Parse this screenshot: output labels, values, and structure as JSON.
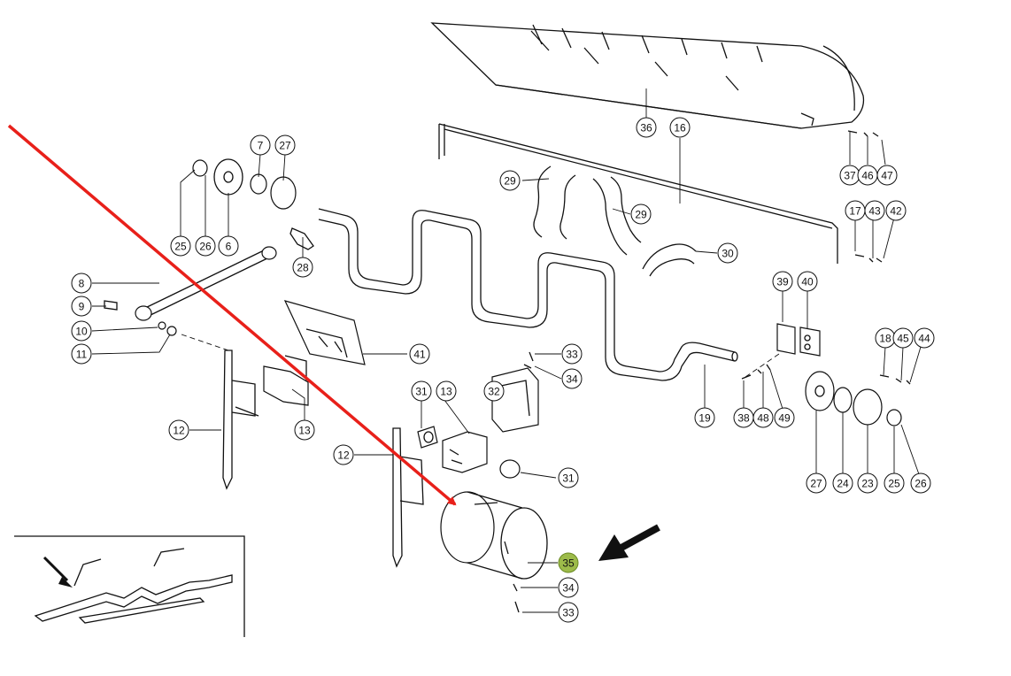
{
  "diagram": {
    "type": "exploded-parts-diagram",
    "highlighted_part": "35",
    "highlight_color": "#9dbb4a",
    "annotation_arrow_color": "#e8201a",
    "pointer_arrow_color": "#111111"
  },
  "callouts": [
    {
      "id": "c36",
      "label": "36"
    },
    {
      "id": "c16",
      "label": "16"
    },
    {
      "id": "c37",
      "label": "37"
    },
    {
      "id": "c46",
      "label": "46"
    },
    {
      "id": "c47",
      "label": "47"
    },
    {
      "id": "c7",
      "label": "7"
    },
    {
      "id": "c27a",
      "label": "27"
    },
    {
      "id": "c25a",
      "label": "25"
    },
    {
      "id": "c26a",
      "label": "26"
    },
    {
      "id": "c6",
      "label": "6"
    },
    {
      "id": "c28",
      "label": "28"
    },
    {
      "id": "c29a",
      "label": "29"
    },
    {
      "id": "c29b",
      "label": "29"
    },
    {
      "id": "c30",
      "label": "30"
    },
    {
      "id": "c17",
      "label": "17"
    },
    {
      "id": "c43",
      "label": "43"
    },
    {
      "id": "c42",
      "label": "42"
    },
    {
      "id": "c8",
      "label": "8"
    },
    {
      "id": "c9",
      "label": "9"
    },
    {
      "id": "c10",
      "label": "10"
    },
    {
      "id": "c11",
      "label": "11"
    },
    {
      "id": "c41",
      "label": "41"
    },
    {
      "id": "c39",
      "label": "39"
    },
    {
      "id": "c40",
      "label": "40"
    },
    {
      "id": "c33a",
      "label": "33"
    },
    {
      "id": "c34a",
      "label": "34"
    },
    {
      "id": "c18",
      "label": "18"
    },
    {
      "id": "c45",
      "label": "45"
    },
    {
      "id": "c44",
      "label": "44"
    },
    {
      "id": "c31a",
      "label": "31"
    },
    {
      "id": "c13a",
      "label": "13"
    },
    {
      "id": "c32",
      "label": "32"
    },
    {
      "id": "c13b",
      "label": "13"
    },
    {
      "id": "c12a",
      "label": "12"
    },
    {
      "id": "c38",
      "label": "38"
    },
    {
      "id": "c48",
      "label": "48"
    },
    {
      "id": "c49",
      "label": "49"
    },
    {
      "id": "c19",
      "label": "19"
    },
    {
      "id": "c12b",
      "label": "12"
    },
    {
      "id": "c31b",
      "label": "31"
    },
    {
      "id": "c27b",
      "label": "27"
    },
    {
      "id": "c24",
      "label": "24"
    },
    {
      "id": "c23",
      "label": "23"
    },
    {
      "id": "c25b",
      "label": "25"
    },
    {
      "id": "c26b",
      "label": "26"
    },
    {
      "id": "c35",
      "label": "35"
    },
    {
      "id": "c34b",
      "label": "34"
    },
    {
      "id": "c33b",
      "label": "33"
    }
  ]
}
